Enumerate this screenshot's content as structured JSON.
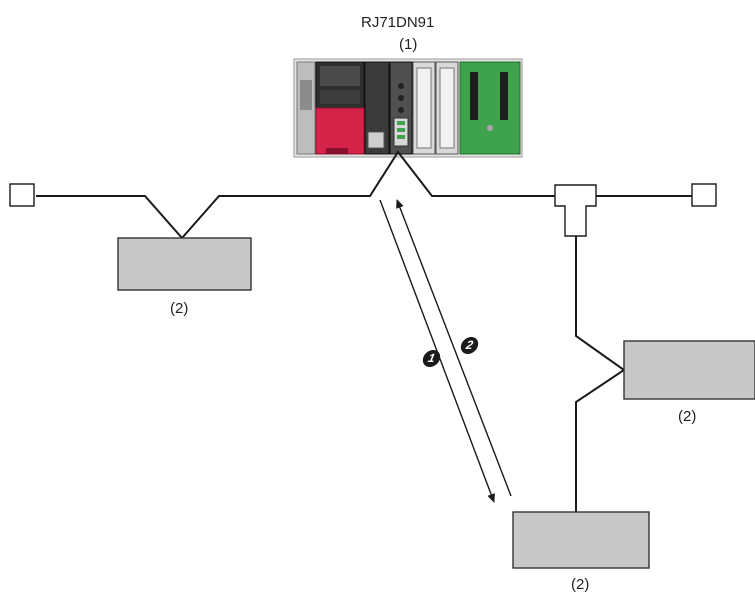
{
  "module": {
    "name": "RJ71DN91",
    "number": "(1)"
  },
  "devices": [
    {
      "number": "(2)"
    },
    {
      "number": "(2)"
    },
    {
      "number": "(2)"
    }
  ],
  "steps": [
    {
      "number": "1"
    },
    {
      "number": "2"
    }
  ],
  "colors": {
    "line": "#1a1a1a",
    "device_fill": "#c8c8c8",
    "device_stroke": "#333333",
    "module_red": "#d6234a",
    "module_green": "#3fa34d"
  },
  "icons": [
    "plc-rack-icon",
    "terminator-icon",
    "tee-connector-icon",
    "communication-arrow-icon"
  ]
}
